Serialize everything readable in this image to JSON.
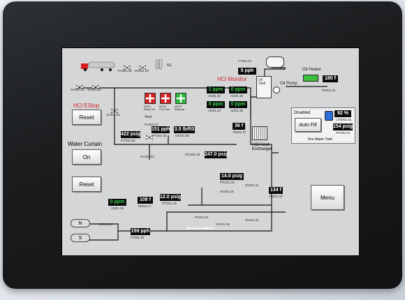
{
  "estop": {
    "title": "HCl EStop",
    "reset": "Reset"
  },
  "curtain": {
    "title": "Water Curtain",
    "on": "On",
    "reset": "Reset"
  },
  "menu": {
    "label": "Menu"
  },
  "monitor": {
    "title": "HCl Monitor",
    "readings": [
      {
        "value": "1 ppm",
        "tag": "AI201.32"
      },
      {
        "value": "0 ppm",
        "tag": "AI201.33"
      },
      {
        "value": "0 ppm",
        "tag": "AI201.34"
      },
      {
        "value": "0 ppm",
        "tag": "AI201.35"
      }
    ]
  },
  "oil": {
    "tank": "Oil\nTank",
    "pump": "Oil Pump",
    "heater": "Oil Heater",
    "flow": "5 pph",
    "flow_tag": "FT201.31",
    "temp": "180 f",
    "temp_tag": "TE201.61"
  },
  "fire_tank": {
    "title": "Fire Water Tank",
    "status": "Disabled",
    "button": "Auto Fill",
    "level": "92 %",
    "level_tag": "LIT0201.61",
    "pressure": "154 psig",
    "pressure_tag": "PIT201.67"
  },
  "exchanger": {
    "title": "HCl Heat\nExchanger",
    "temp": "36 f",
    "temp_tag": "TE201.37"
  },
  "scrubber": {
    "labels": [
      "M201\nBldg Fan",
      "M202\nFire Fan",
      "M203\nMakeup"
    ]
  },
  "process": {
    "vent": "Vent",
    "vent_tag": "FV201.07",
    "pressure1": "422 psig",
    "pressure1_tag": "PIT201.02",
    "flow1": "151 pph",
    "flow1_tag": "FT201.06",
    "density": "3.5 lb/ft3",
    "density_tag": "DT201.08",
    "pressure2": "247.0 psig",
    "pressure2_tag": "PIT201.10",
    "valve_tag": "PIC201.09",
    "xv_tags": [
      "XV201.01",
      "XV201.02",
      "PV201.03",
      "SV201.10",
      "XV201.03",
      "SV201.04",
      "XV201.05",
      "SV201.13"
    ]
  },
  "lower": {
    "ppm": "0 ppm",
    "ppm_tag": "AI201.26",
    "temp1": "108 f",
    "temp1_tag": "TE201.17",
    "pressure1": "12.0 psig",
    "pressure1_tag": "PIT201.18",
    "pressure2": "14.0 psig",
    "pressure2_tag": "PIT201.22",
    "temp2": "134 f",
    "temp2_tag": "TE201.20",
    "flow": "159 pph",
    "flow_tag": "FT201.20",
    "valve_tags": [
      "SV201.15",
      "SV201.16",
      "PV201.19",
      "PV201.21",
      "SV201.11",
      "SV201.31"
    ],
    "n_label": "N",
    "s_label": "S"
  },
  "n2_label": "N2"
}
